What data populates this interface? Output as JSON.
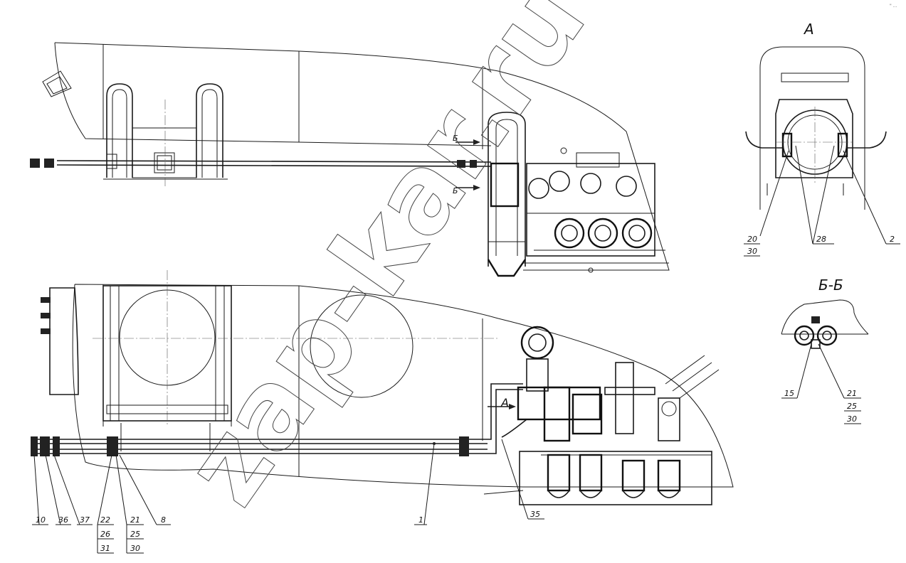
{
  "views": {
    "view_a": "A",
    "view_bb": "Б-Б",
    "section_mark": "Б",
    "arrow_mark": "A"
  },
  "callouts": {
    "top_right": [
      "20",
      "30",
      "28",
      "2"
    ],
    "bb": [
      "15",
      "21",
      "25",
      "30"
    ],
    "main": [
      "10",
      "36",
      "37",
      "22",
      "26",
      "31",
      "21",
      "25",
      "30",
      "8",
      "1",
      "35"
    ]
  },
  "watermark": "zap-kar.ru",
  "corner_mark": "\" ..."
}
